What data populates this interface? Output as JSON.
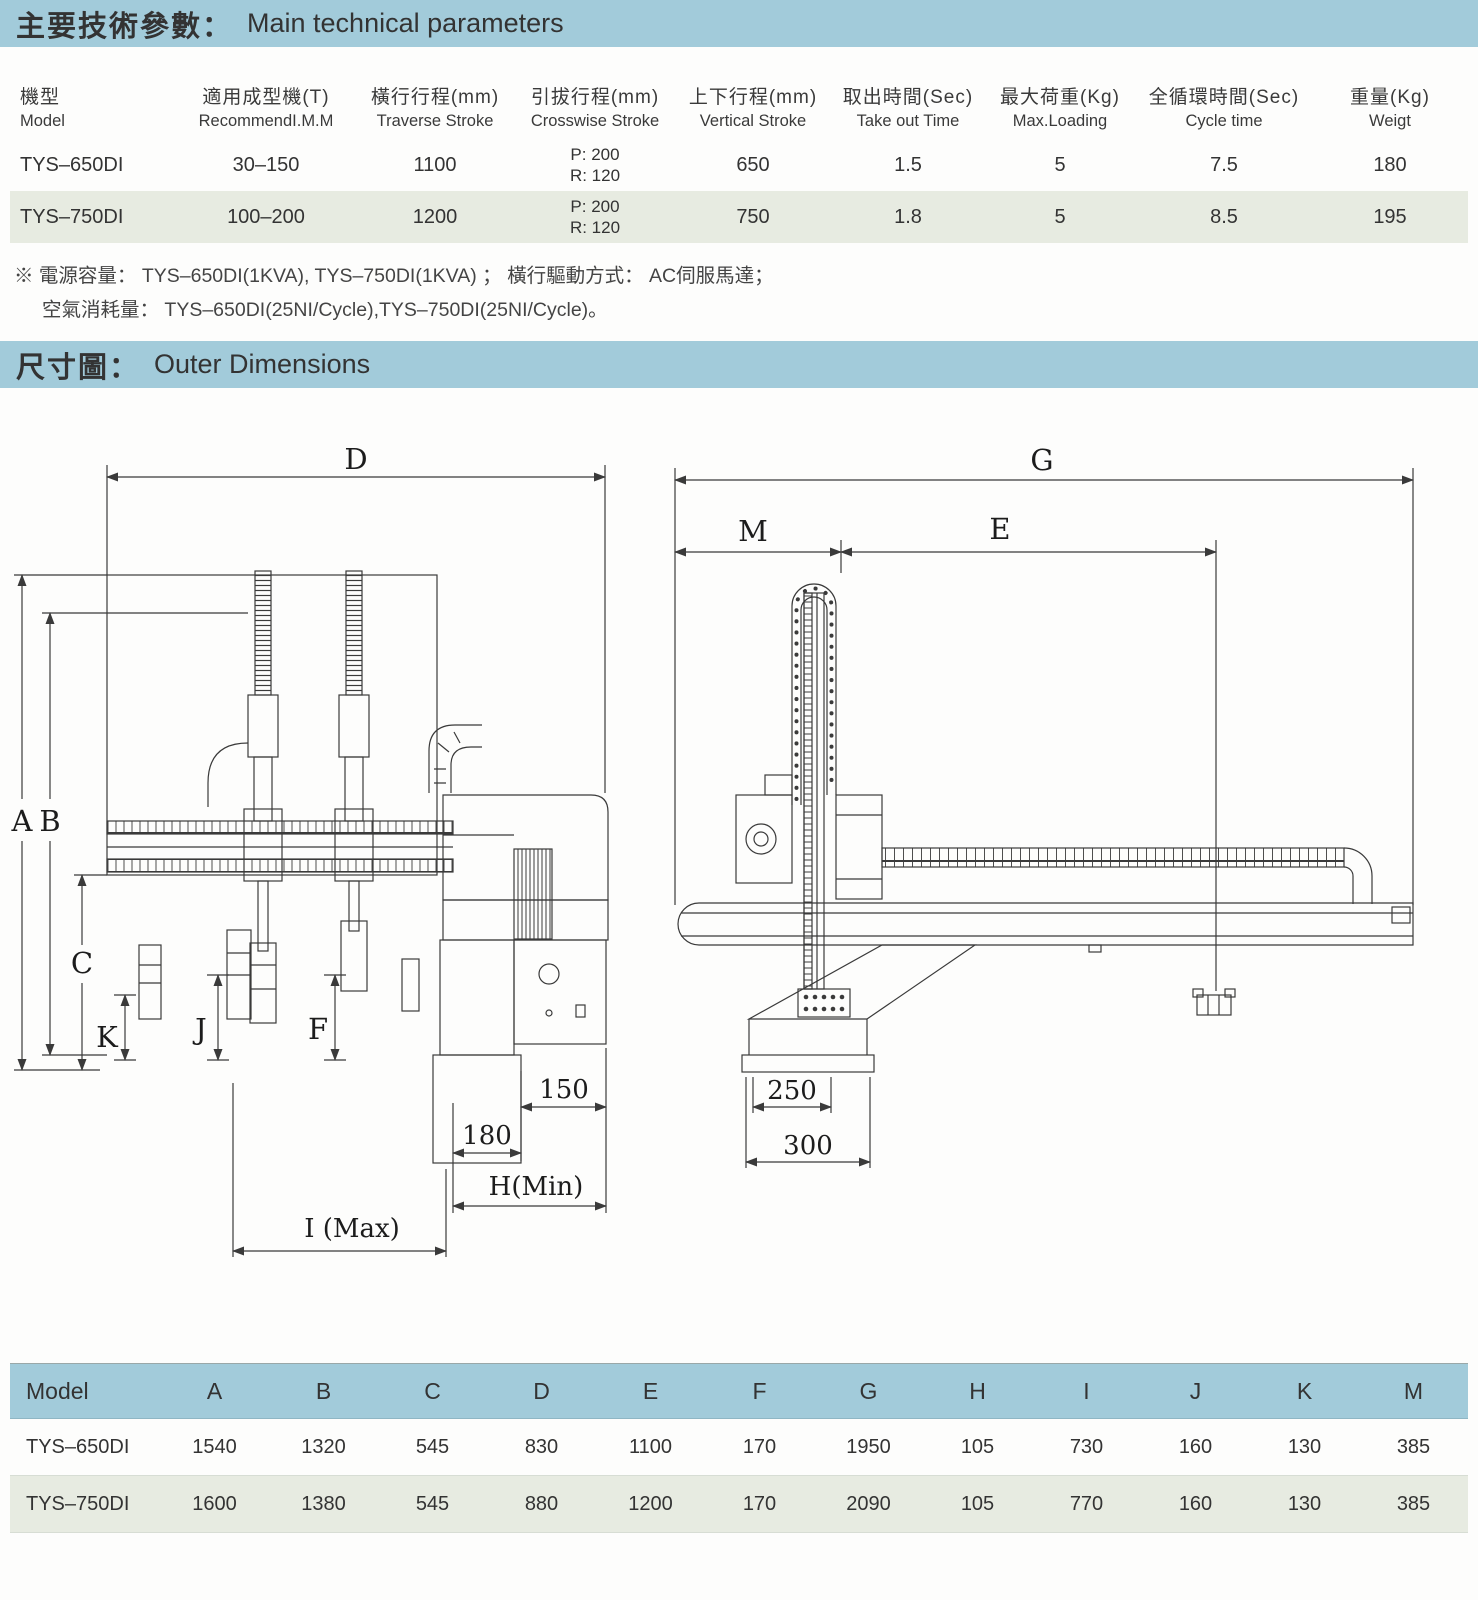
{
  "sections": {
    "params": {
      "zh": "主要技術參數：",
      "en": "Main technical parameters"
    },
    "dims": {
      "zh": "尺寸圖：",
      "en": "Outer Dimensions"
    }
  },
  "params_table": {
    "headers": [
      {
        "zh": "機型",
        "en": "Model"
      },
      {
        "zh": "適用成型機(T)",
        "en": "RecommendI.M.M"
      },
      {
        "zh": "橫行行程(mm)",
        "en": "Traverse Stroke"
      },
      {
        "zh": "引拔行程(mm)",
        "en": "Crosswise Stroke"
      },
      {
        "zh": "上下行程(mm)",
        "en": "Vertical Stroke"
      },
      {
        "zh": "取出時間(Sec)",
        "en": "Take out Time"
      },
      {
        "zh": "最大荷重(Kg)",
        "en": "Max.Loading"
      },
      {
        "zh": "全循環時間(Sec)",
        "en": "Cycle time"
      },
      {
        "zh": "重量(Kg)",
        "en": "Weigt"
      }
    ],
    "rows": [
      {
        "model": "TYS–650DI",
        "imm": "30–150",
        "traverse": "1100",
        "cross_p": "P: 200",
        "cross_r": "R: 120",
        "vertical": "650",
        "takeout": "1.5",
        "load": "5",
        "cycle": "7.5",
        "weight": "180"
      },
      {
        "model": "TYS–750DI",
        "imm": "100–200",
        "traverse": "1200",
        "cross_p": "P: 200",
        "cross_r": "R: 120",
        "vertical": "750",
        "takeout": "1.8",
        "load": "5",
        "cycle": "8.5",
        "weight": "195"
      }
    ]
  },
  "notes": {
    "line1": "※ 電源容量： TYS–650DI(1KVA), TYS–750DI(1KVA) ； 橫行驅動方式： AC伺服馬達；",
    "line2": "空氣消耗量： TYS–650DI(25NI/Cycle),TYS–750DI(25NI/Cycle)。"
  },
  "drawing": {
    "left": {
      "D": "D",
      "A": "A",
      "B": "B",
      "C": "C",
      "K": "K",
      "J": "J",
      "F": "F",
      "n150": "150",
      "n180": "180",
      "hmin": "H(Min)",
      "imax": "I (Max)"
    },
    "right": {
      "G": "G",
      "M": "M",
      "E": "E",
      "n250": "250",
      "n300": "300"
    }
  },
  "dims_table": {
    "headers": [
      "Model",
      "A",
      "B",
      "C",
      "D",
      "E",
      "F",
      "G",
      "H",
      "I",
      "J",
      "K",
      "M"
    ],
    "rows": [
      [
        "TYS–650DI",
        "1540",
        "1320",
        "545",
        "830",
        "1100",
        "170",
        "1950",
        "105",
        "730",
        "160",
        "130",
        "385"
      ],
      [
        "TYS–750DI",
        "1600",
        "1380",
        "545",
        "880",
        "1200",
        "170",
        "2090",
        "105",
        "770",
        "160",
        "130",
        "385"
      ]
    ]
  }
}
